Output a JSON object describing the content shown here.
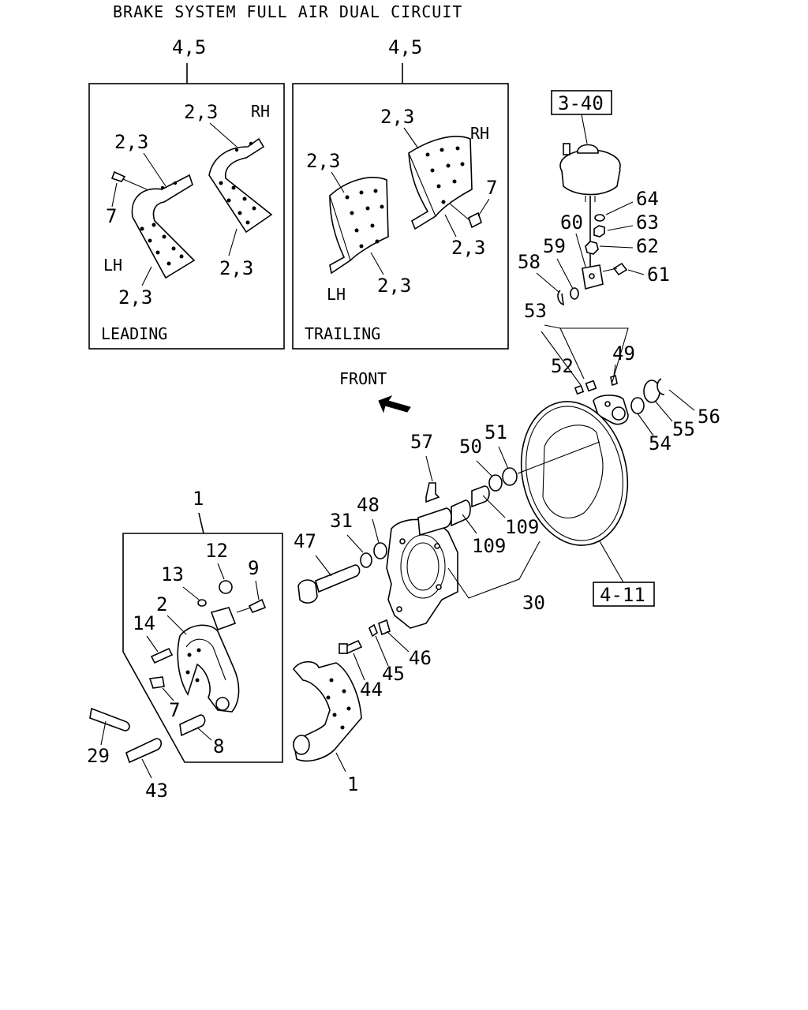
{
  "title": "BRAKE SYSTEM FULL AIR DUAL CIRCUIT",
  "panels": {
    "leading": {
      "ref": "4,5",
      "caption": "LEADING",
      "side_rh": "RH",
      "side_lh": "LH",
      "labels": [
        "2,3",
        "2,3",
        "2,3",
        "2,3",
        "7"
      ]
    },
    "trailing": {
      "ref": "4,5",
      "caption": "TRAILING",
      "side_rh": "RH",
      "side_lh": "LH",
      "labels": [
        "2,3",
        "2,3",
        "2,3",
        "2,3",
        "7"
      ]
    },
    "shoe_assembly": {
      "ref": "1",
      "labels": [
        "12",
        "9",
        "13",
        "2",
        "14",
        "7",
        "8"
      ]
    }
  },
  "front_label": "FRONT",
  "ref_boxes": [
    "3-40",
    "4-11"
  ],
  "part_numbers": {
    "chamber_group": [
      "64",
      "63",
      "60",
      "59",
      "62",
      "58",
      "61"
    ],
    "slack_group": [
      "53",
      "49",
      "52",
      "56",
      "55",
      "54"
    ],
    "spider_group": [
      "57",
      "51",
      "50",
      "48",
      "31",
      "47",
      "109",
      "109",
      "30"
    ],
    "lower_group": [
      "46",
      "45",
      "44",
      "1",
      "29",
      "43"
    ]
  },
  "icons": [
    "front-arrow-icon"
  ]
}
